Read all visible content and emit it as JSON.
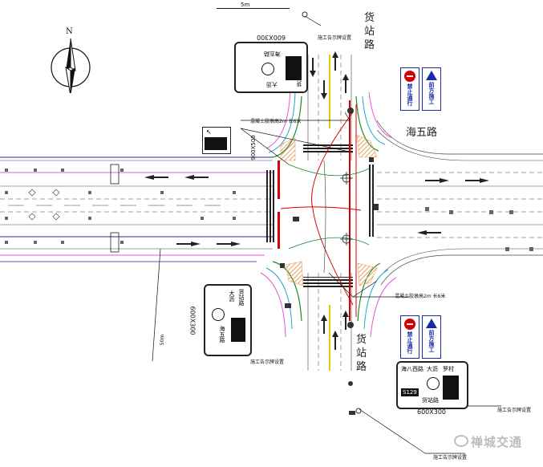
{
  "north_label": "N",
  "roads": {
    "north": [
      "货",
      "站",
      "路"
    ],
    "east": "海五路",
    "south": [
      "货",
      "站",
      "路"
    ]
  },
  "signs": {
    "ne": {
      "prohibit": "禁止通行",
      "work": "前方施工"
    },
    "se": {
      "prohibit": "禁止通行",
      "work": "前方施工"
    }
  },
  "panels": {
    "north": {
      "size": "600X300",
      "place_a": "货站路",
      "place_b": "大沥",
      "place_c": "海五路"
    },
    "west": {
      "size": "600X300",
      "place_a": "货站路",
      "place_b": "大沥",
      "place_c": "海五路"
    },
    "southeast": {
      "size": "600X300",
      "place_a": "海八西路",
      "place_b": "大沥",
      "place_c": "罗村",
      "place_d": "货站路",
      "badge": "S129"
    }
  },
  "annotations": {
    "note_mid_north": "混凝土胶墩高2m 长6米",
    "note_mid_south": "混凝土胶墩高2m 长6米",
    "note_sign_n": "施工告示牌设置",
    "note_sign_s": "施工告示牌设置",
    "note_sign_se": "施工告示牌设置",
    "note_sign_w": "施工告示牌设置",
    "dim_top": "5m",
    "dim_sw": "50m",
    "dim_bottom": "",
    "small_sign_size": "900X500"
  },
  "watermark": "禅城交通",
  "colors": {
    "construction": "#d40000",
    "curb": "#e05ad8",
    "edge": "#1a2aa8",
    "green": "#1c8a2a",
    "cyan": "#20a8c8",
    "yellow": "#e8c800",
    "hatch": "#e8a060"
  }
}
